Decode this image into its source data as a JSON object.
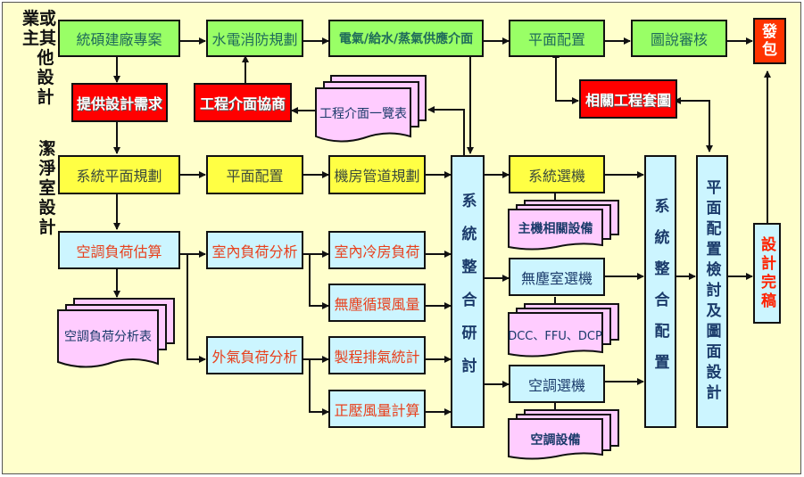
{
  "section_labels": {
    "other_design": [
      "業或",
      "主其",
      "他",
      "設",
      "計"
    ],
    "cleanroom_design": [
      "潔",
      "淨",
      "室",
      "設",
      "計"
    ]
  },
  "top_row": {
    "project": "統碩建廠專案",
    "mep_fire": "水電消防規劃",
    "utility_interface": "電氣/給水/蒸氣供應介面",
    "layout": "平面配置",
    "drawing_review": "圖說審核",
    "tender": "發包"
  },
  "red_row": {
    "design_requirement": "提供設計需求",
    "interface_coordination": "工程介面協商",
    "related_overlay": "相關工程套圖"
  },
  "documents": {
    "interface_list": "工程介面一覽表",
    "load_analysis_table": "空調負荷分析表",
    "main_equipment": "主機相關設備",
    "cleanroom_equipment": "DCC、FFU、DCP",
    "ac_equipment": "空調設備"
  },
  "cleanroom_row": {
    "system_layout": "系統平面規劃",
    "layout": "平面配置",
    "machine_room_piping": "機房管道規劃",
    "load_estimate": "空調負荷估算",
    "indoor_load_analysis": "室內負荷分析",
    "outdoor_load_analysis": "外氣負荷分析",
    "indoor_cooling_load": "室內冷房負荷",
    "dustfree_circulation_air": "無塵循環風量",
    "process_exhaust": "製程排氣統計",
    "positive_pressure_air": "正壓風量計算"
  },
  "selection": {
    "system_selection": "系統選機",
    "cleanroom_selection": "無塵室選機",
    "ac_selection": "空調選機"
  },
  "vertical_boxes": {
    "system_integration_study": "系統整合研討",
    "system_integration_config": "系統整合配置",
    "layout_review_design": "平面配置檢討及圖面設計",
    "design_complete": "設計完稿"
  },
  "colors": {
    "background": "#ffffcc",
    "green_box": "#99ff66",
    "yellow_box": "#ffff44",
    "cyan_box": "#ccf5ff",
    "red_box": "#ff0000",
    "document": "#ffccff",
    "red_text": "#e8401c",
    "blue_text": "#1a3a6a"
  }
}
